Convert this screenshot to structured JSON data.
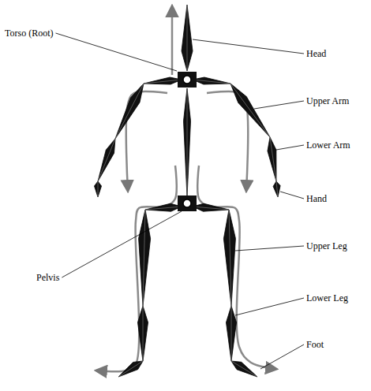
{
  "diagram": {
    "labels": [
      "Torso (Root)",
      "Head",
      "Upper Arm",
      "Lower Arm",
      "Hand",
      "Pelvis",
      "Upper Leg",
      "Lower Leg",
      "Foot"
    ]
  }
}
